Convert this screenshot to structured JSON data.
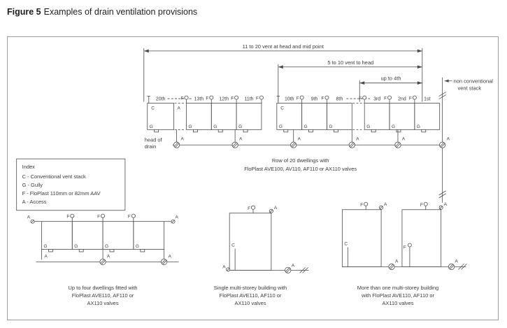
{
  "figure": {
    "label": "Figure 5",
    "title": "Examples of drain ventilation provisions"
  },
  "markers": {
    "c": "C",
    "g": "G",
    "f": "F",
    "a": "A"
  },
  "dims": {
    "d1": "11 to 20 vent at head and mid point",
    "d2": "5 to 10 vent to head",
    "d3": "up to 4th",
    "stack1": "non conventional",
    "stack2": "vent stack"
  },
  "row": {
    "labels": [
      "20th",
      "13th",
      "12th",
      "11th",
      "10th",
      "9th",
      "8th",
      "3rd",
      "2nd",
      "1st"
    ],
    "head1": "head of",
    "head2": "drain",
    "cap1": "Row of 20 dwellings with",
    "cap2": "FloPlast AVE100, AV110, AF110 or AX110 valves"
  },
  "index": {
    "title": "Index",
    "items": [
      "C - Conventional vent stack",
      "G - Gully",
      "F - FloPlast 110mm or 82mm AAV",
      "A - Access"
    ]
  },
  "four": {
    "cap1": "Up to four dwellings fitted with",
    "cap2": "FloPlast AVE110, AF110 or",
    "cap3": "AX110 valves"
  },
  "single": {
    "cap1": "Single multi-storey building with",
    "cap2": "FloPlast AVE110, AF110 or",
    "cap3": "AX110 valves"
  },
  "multi": {
    "cap1": "More than one multi-storey building",
    "cap2": "with FloPlast AVE110, AF110 or",
    "cap3": "AX110 valves"
  }
}
